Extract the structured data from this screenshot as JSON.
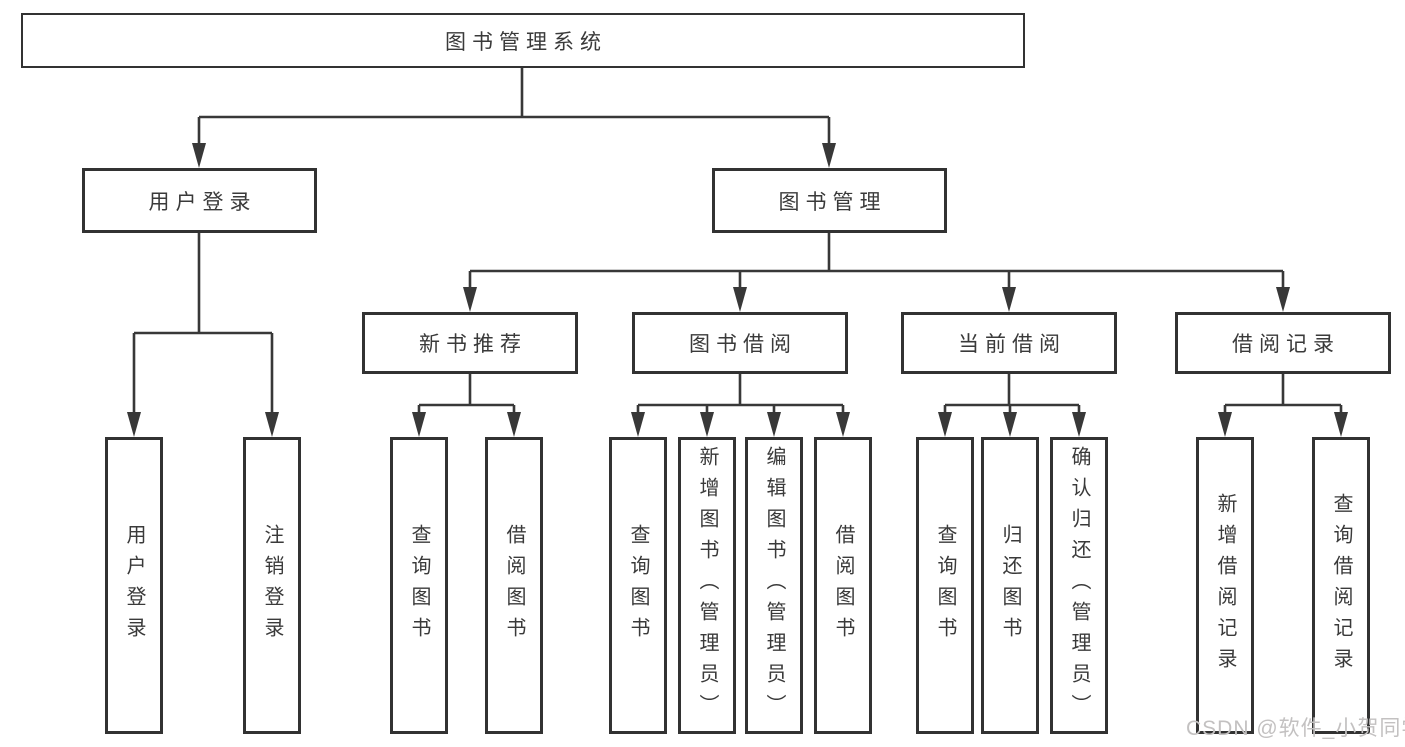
{
  "diagram": {
    "title": "图书管理系统",
    "root": {
      "label": "图书管理系统"
    },
    "level2": [
      {
        "label": "用户登录",
        "children": [
          "用户登录",
          "注销登录"
        ]
      },
      {
        "label": "图书管理",
        "children": [
          "新书推荐",
          "图书借阅",
          "当前借阅",
          "借阅记录"
        ]
      }
    ],
    "level3": [
      {
        "label": "新书推荐",
        "children": [
          "查询图书",
          "借阅图书"
        ]
      },
      {
        "label": "图书借阅",
        "children": [
          "查询图书",
          "新增图书（管理员）",
          "编辑图书（管理员）",
          "借阅图书"
        ]
      },
      {
        "label": "当前借阅",
        "children": [
          "查询图书",
          "归还图书",
          "确认归还（管理员）"
        ]
      },
      {
        "label": "借阅记录",
        "children": [
          "新增借阅记录",
          "查询借阅记录"
        ]
      }
    ],
    "leaves": [
      {
        "label": "用户登录",
        "parent": "用户登录"
      },
      {
        "label": "注销登录",
        "parent": "用户登录"
      },
      {
        "label": "查询图书",
        "parent": "新书推荐"
      },
      {
        "label": "借阅图书",
        "parent": "新书推荐"
      },
      {
        "label": "查询图书",
        "parent": "图书借阅"
      },
      {
        "label": "新增图书（管理员）",
        "parent": "图书借阅"
      },
      {
        "label": "编辑图书（管理员）",
        "parent": "图书借阅"
      },
      {
        "label": "借阅图书",
        "parent": "图书借阅"
      },
      {
        "label": "查询图书",
        "parent": "当前借阅"
      },
      {
        "label": "归还图书",
        "parent": "当前借阅"
      },
      {
        "label": "确认归还（管理员）",
        "parent": "当前借阅"
      },
      {
        "label": "新增借阅记录",
        "parent": "借阅记录"
      },
      {
        "label": "查询借阅记录",
        "parent": "借阅记录"
      }
    ],
    "watermark": "CSDN @软件_小贺同学",
    "colors": {
      "line": "#383838",
      "border": "#323232",
      "text": "#3a3a3a",
      "watermark": "#c3c1c1",
      "background": "#ffffff"
    }
  }
}
